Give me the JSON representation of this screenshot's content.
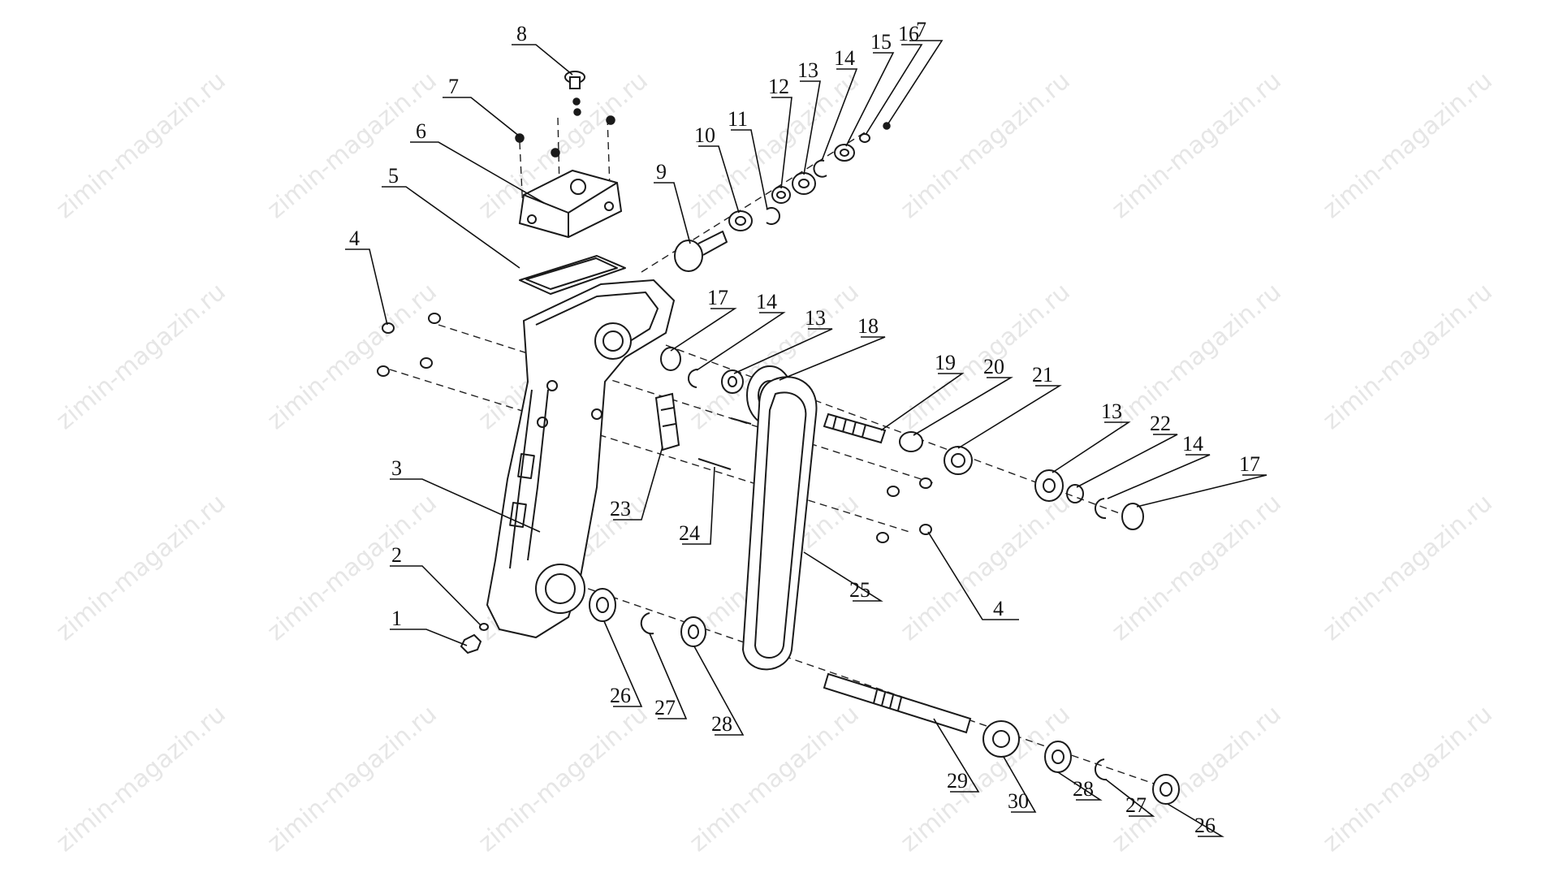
{
  "watermark": {
    "text": "zimin-magazin.ru",
    "color": "#e6e6e6"
  },
  "colors": {
    "ink": "#1a1a1a",
    "background": "#ffffff"
  },
  "callouts": {
    "c1": "1",
    "c2": "2",
    "c3": "3",
    "c4a": "4",
    "c4b": "4",
    "c5": "5",
    "c6": "6",
    "c7a": "7",
    "c7b": "7",
    "c8": "8",
    "c9": "9",
    "c10": "10",
    "c11": "11",
    "c12": "12",
    "c13a": "13",
    "c13b": "13",
    "c13c": "13",
    "c14a": "14",
    "c14b": "14",
    "c14c": "14",
    "c15": "15",
    "c16": "16",
    "c17a": "17",
    "c17b": "17",
    "c18": "18",
    "c19": "19",
    "c20": "20",
    "c21": "21",
    "c22": "22",
    "c23": "23",
    "c24": "24",
    "c25": "25",
    "c26a": "26",
    "c26b": "26",
    "c27a": "27",
    "c27b": "27",
    "c28a": "28",
    "c28b": "28",
    "c29": "29",
    "c30": "30"
  }
}
